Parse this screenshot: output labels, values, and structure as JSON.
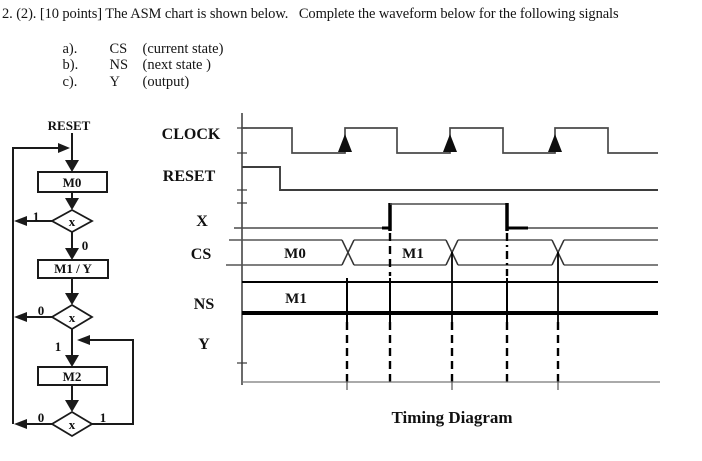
{
  "header": {
    "question": "2. (2). [10 points] The ASM chart is shown below.   Complete the waveform below for the following signals",
    "items": [
      {
        "letter": "a).",
        "signal": "CS",
        "desc": "(current state)"
      },
      {
        "letter": "b).",
        "signal": "NS",
        "desc": "(next state )"
      },
      {
        "letter": "c).",
        "signal": "Y",
        "desc": "(output)"
      }
    ]
  },
  "asm": {
    "reset_label": "RESET",
    "states": [
      "M0",
      "M1 / Y",
      "M2"
    ],
    "decision_symbol": "x",
    "branches": {
      "d1_left": "1",
      "d1_down": "0",
      "d2_left": "0",
      "d2_down": "1",
      "d3_left": "0",
      "d3_right": "1"
    }
  },
  "timing": {
    "signal_labels": [
      "CLOCK",
      "RESET",
      "X",
      "CS",
      "NS",
      "Y"
    ],
    "cs_segments": [
      "M0",
      "M1"
    ],
    "ns_segments": [
      "M1"
    ],
    "caption": "Timing Diagram",
    "colors": {
      "cs_m1_text": "#1c3c72",
      "waveform_gray": "#4a4a4a"
    }
  }
}
